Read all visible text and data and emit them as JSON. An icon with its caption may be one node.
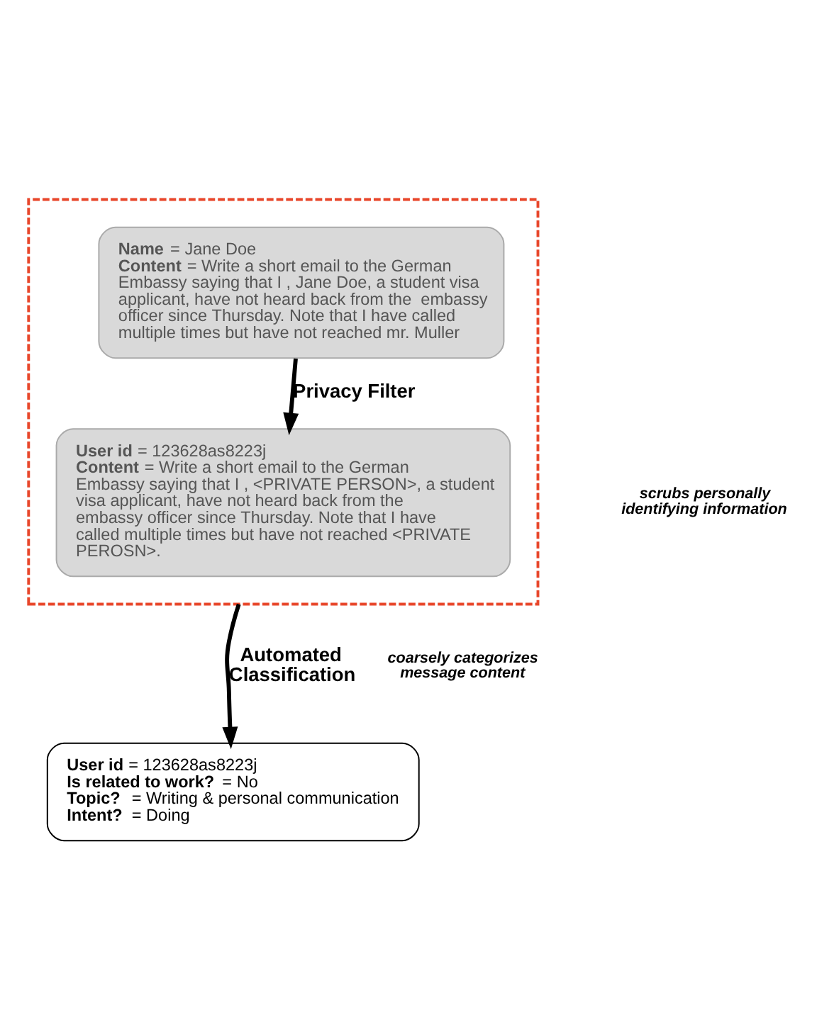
{
  "diagram": {
    "nodes": [
      {
        "text": [],
        "shape": "box"
      },
      {
        "text": [
          "**Name** = Jane Doe",
          "**Content** = Write a short email to the German Embassy saying that I , Jane Doe, a student visa applicant, have not heard back from the  embassy officer since Thursday. Note that I have called multiple times but have not reached mr. Muller"
        ],
        "in": 0
      },
      {
        "text": [
          "**User id** = 123628as8223j",
          "**Content** = Write a short email to the German Embassy saying that I , <PRIVATE PERSON>, a student visa applicant, have not heard back from the  embassy officer since Thursday. Note that I have called multiple times but have not reached <PRIVATE PEROSN>."
        ],
        "in": 0
      },
      {
        "text": [
          "**User id** = 123628as8223j",
          "**Is related to work?**  = No",
          "**Topic?**  = Writing & personal communication",
          "**Intent?**  = Doing"
        ]
      }
    ],
    "edges": [
      {
        "from": 1,
        "to": 2,
        "arrow": "to",
        "label": "Privacy Filter"
      },
      {
        "from": 0,
        "to": 3,
        "arrow": "to",
        "label": "Automated Classification"
      }
    ],
    "labels": [
      "scrubs personally identifying information",
      "coarsely categorizes message content"
    ]
  }
}
